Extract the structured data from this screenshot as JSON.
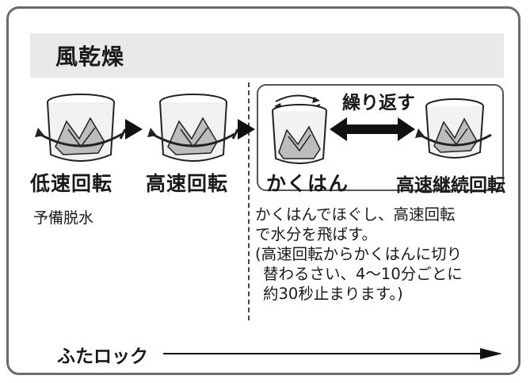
{
  "title": "風乾燥",
  "steps": [
    {
      "label": "低速回転",
      "sub": "予備脱水"
    },
    {
      "label": "高速回転"
    },
    {
      "label": "かくはん"
    },
    {
      "label": "高速継続回転"
    }
  ],
  "repeat_label": "繰り返す",
  "description_lines": [
    "かくはんでほぐし、高速回転",
    "で水分を飛ばす。",
    "(高速回転からかくはんに切り",
    " 替わるさい、4～10分ごとに",
    " 約30秒止まります。)"
  ],
  "lid_lock_label": "ふたロック",
  "colors": {
    "frame": "#6b6b6b",
    "banner": "#e9e9e9",
    "ink": "#1a1a1a",
    "drum_fill": "#f2f2f2"
  },
  "icons": [
    "rotation-arrow-icon",
    "arrow-right-icon",
    "double-arrow-icon",
    "drum-icon"
  ]
}
